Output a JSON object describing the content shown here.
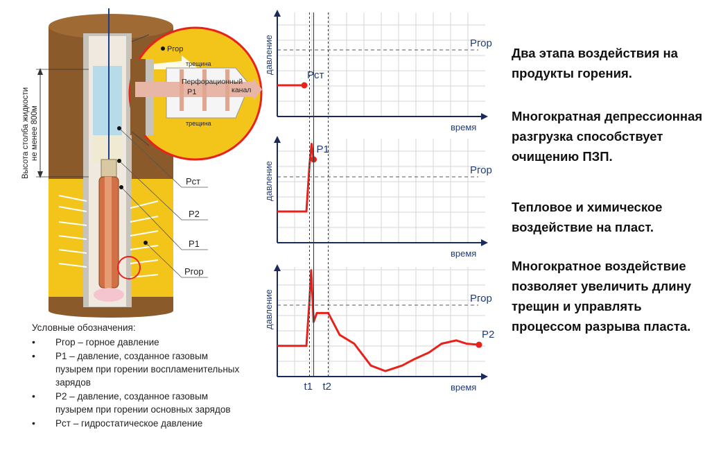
{
  "left_diagram": {
    "vertical_caption_line1": "Высота столба жидкости",
    "vertical_caption_line2": "не менее 800м",
    "inset_crack_top": "трещина",
    "inset_crack_bottom": "трещина",
    "inset_channel_line1": "Перфорационный",
    "inset_channel_line2": "канал",
    "inset_p_gor": "Pгор",
    "inset_p1": "P1",
    "callout_p_st": "Pст",
    "callout_p2": "P2",
    "callout_p1": "P1",
    "callout_p_gor": "Pгор"
  },
  "legend": {
    "title": "Условные обозначения:",
    "items": [
      {
        "symbol": "Pгор",
        "text": "– горное давление"
      },
      {
        "symbol": "P1",
        "text": "– давление, созданное газовым пузырем при горении воспламенительных зарядов"
      },
      {
        "symbol": "P2",
        "text": "– давление, созданное газовым пузырем при горении основных зарядов"
      },
      {
        "symbol": "Pст",
        "text": "– гидростатическое давление"
      }
    ]
  },
  "charts": {
    "ylabel": "давление",
    "xlabel": "время",
    "ref_label": "Pгор",
    "t1_label": "t1",
    "t2_label": "t2"
  },
  "chart_data": [
    {
      "type": "line",
      "xlabel": "время",
      "ylabel": "давление",
      "reference_line": "Pгор",
      "point_label": "Pст",
      "series": [
        {
          "values": [
            {
              "x": 0,
              "y": 0.3
            },
            {
              "x": 0.13,
              "y": 0.3
            }
          ]
        }
      ]
    },
    {
      "type": "line",
      "xlabel": "время",
      "ylabel": "давление",
      "reference_line": "Pгор",
      "point_label": "P1",
      "series": [
        {
          "values": [
            {
              "x": 0,
              "y": 0.3
            },
            {
              "x": 0.14,
              "y": 0.3
            },
            {
              "x": 0.155,
              "y": 0.75
            },
            {
              "x": 0.165,
              "y": 0.95
            },
            {
              "x": 0.175,
              "y": 0.8
            }
          ]
        }
      ]
    },
    {
      "type": "line",
      "xlabel": "время",
      "ylabel": "давление",
      "reference_line": "Pгор",
      "point_label": "P2",
      "annotations": [
        "t1",
        "t2"
      ],
      "series": [
        {
          "values": [
            {
              "x": 0,
              "y": 0.28
            },
            {
              "x": 0.14,
              "y": 0.28
            },
            {
              "x": 0.155,
              "y": 0.7
            },
            {
              "x": 0.163,
              "y": 0.97
            },
            {
              "x": 0.175,
              "y": 0.5
            },
            {
              "x": 0.19,
              "y": 0.58
            },
            {
              "x": 0.22,
              "y": 0.58
            },
            {
              "x": 0.245,
              "y": 0.58
            },
            {
              "x": 0.3,
              "y": 0.38
            },
            {
              "x": 0.37,
              "y": 0.3
            },
            {
              "x": 0.45,
              "y": 0.1
            },
            {
              "x": 0.52,
              "y": 0.05
            },
            {
              "x": 0.6,
              "y": 0.1
            },
            {
              "x": 0.66,
              "y": 0.16
            },
            {
              "x": 0.73,
              "y": 0.22
            },
            {
              "x": 0.79,
              "y": 0.3
            },
            {
              "x": 0.86,
              "y": 0.33
            },
            {
              "x": 0.91,
              "y": 0.3
            },
            {
              "x": 0.97,
              "y": 0.29
            }
          ]
        }
      ]
    }
  ],
  "right_text": [
    "Два этапа воздействия на продукты горения.",
    "Многократная депрессионная разгрузка способствует очищению ПЗП.",
    "Тепловое и химическое воздействие на пласт.",
    "Многократное воздействие позволяет увеличить длину трещин и управлять процессом разрыва пласта."
  ],
  "colors": {
    "rock_brown": "#8a5a2b",
    "reservoir_yellow": "#f3c51a",
    "curve_red": "#e8211b",
    "axis_navy": "#1a2a5c"
  }
}
